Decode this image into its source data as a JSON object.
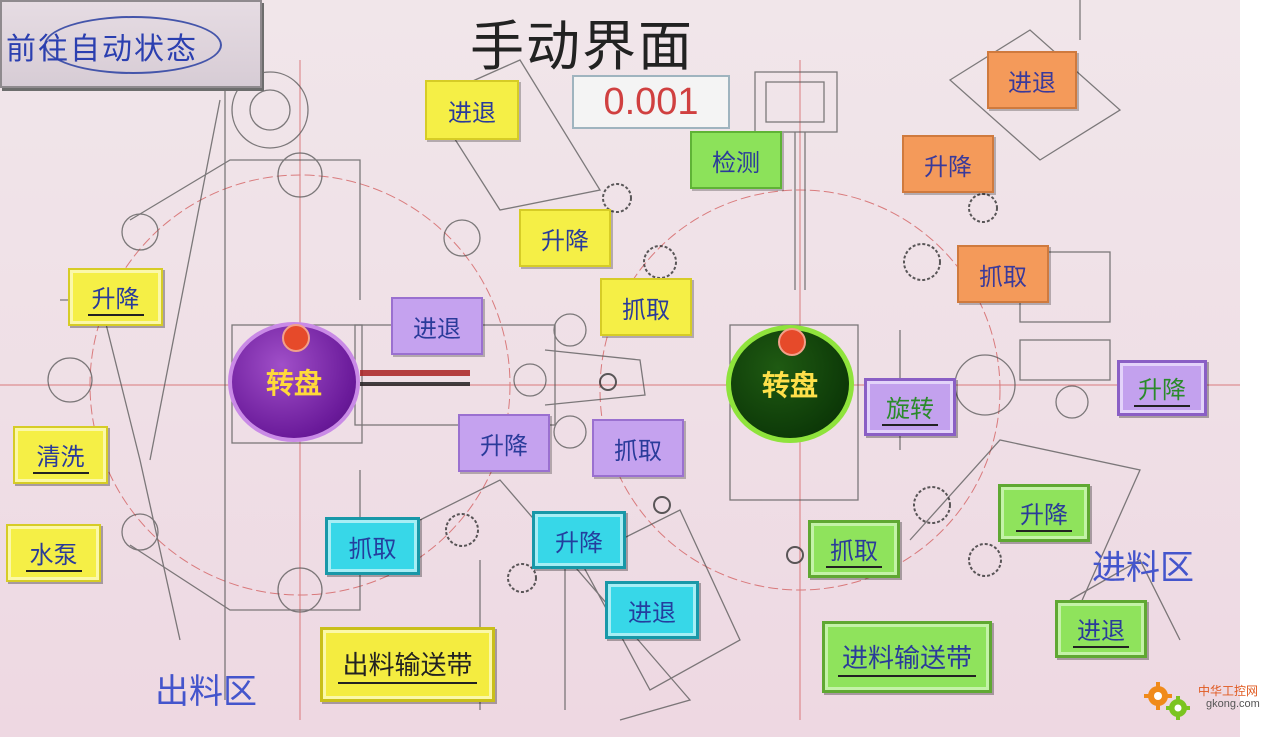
{
  "screen": {
    "title": "手动界面",
    "display_value": "0.001",
    "goto_auto_label": "前往自动状态"
  },
  "buttons": {
    "y_top_advance": "进退",
    "y_top_lift": "升降",
    "y_top_grab": "抓取",
    "left_lift": "升降",
    "left_clean": "清洗",
    "left_pump": "水泵",
    "detect": "检测",
    "p_advance": "进退",
    "p_lift": "升降",
    "p_grab": "抓取",
    "o_advance": "进退",
    "o_lift": "升降",
    "o_grab": "抓取",
    "rotate": "旋转",
    "right_lift": "升降",
    "c_grab": "抓取",
    "c_lift": "升降",
    "c_advance": "进退",
    "out_belt": "出料输送带",
    "g_grab": "抓取",
    "g_lift": "升降",
    "g_advance": "进退",
    "in_belt": "进料输送带"
  },
  "turntables": {
    "left_label": "转盘",
    "right_label": "转盘"
  },
  "zones": {
    "out": "出料区",
    "in": "进料区"
  },
  "watermark": {
    "line1": "中华工控网",
    "line2": "gkong.com"
  },
  "colors": {
    "yellow": "#f5ef46",
    "orange": "#f49a5a",
    "lavender": "#c5a2ef",
    "green": "#8ce25a",
    "cyan": "#37d7e8",
    "text_blue": "#2a3b9a",
    "display_red": "#d04040"
  }
}
